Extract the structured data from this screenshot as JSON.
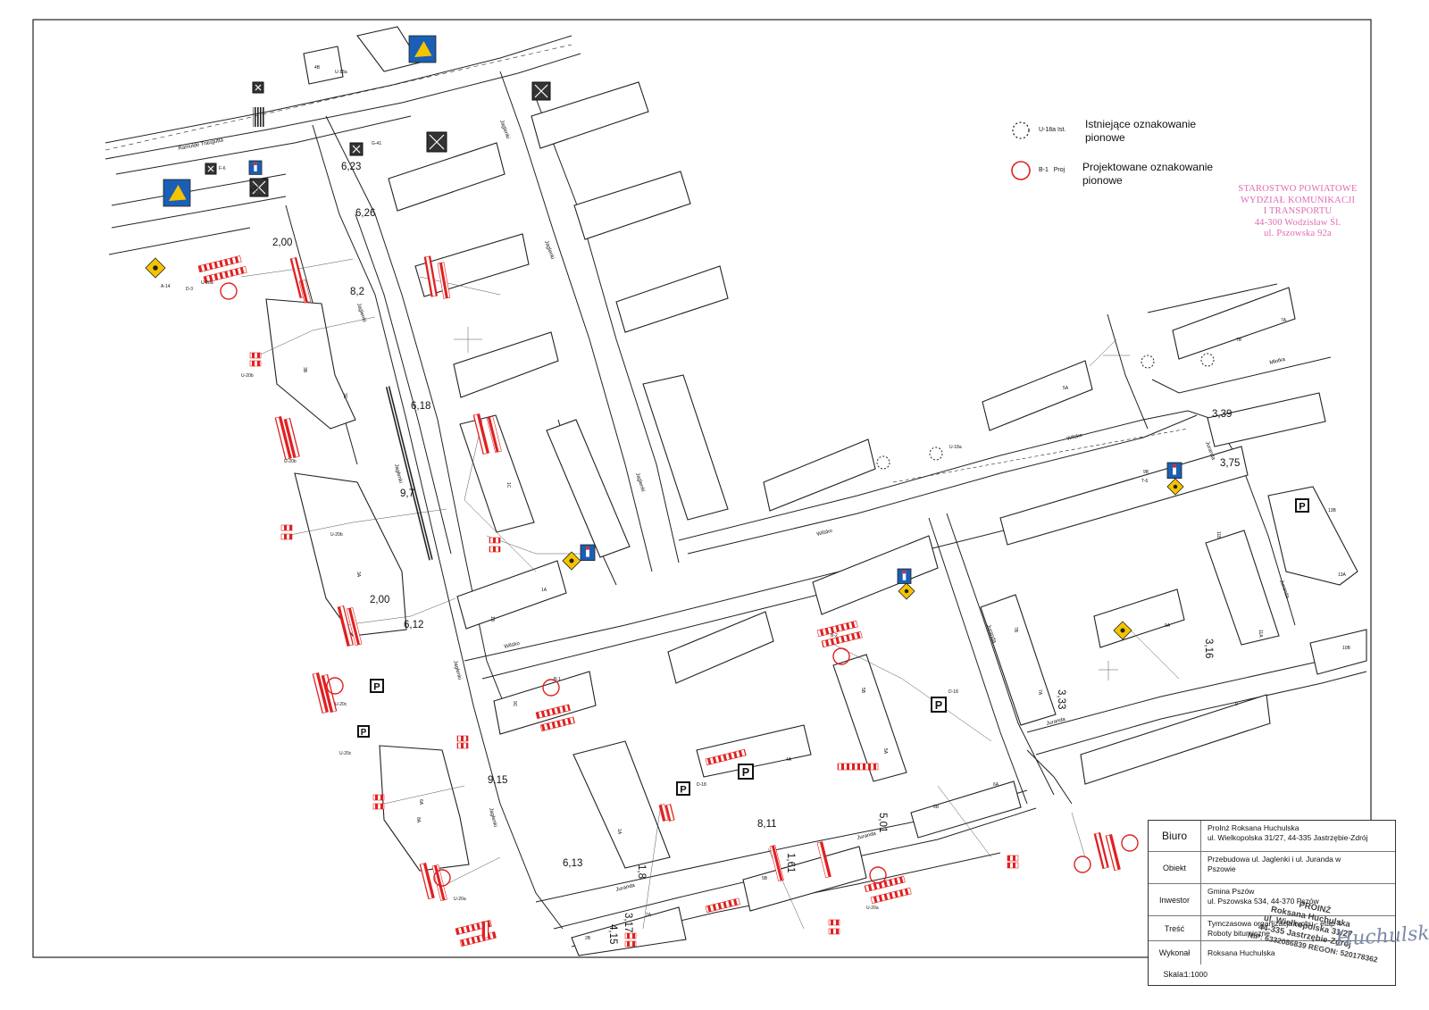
{
  "legend": {
    "existing_code": "U-18a",
    "existing_suffix": "Ist.",
    "existing_label": "Istniejące oznakowanie pionowe",
    "projected_code": "B-1",
    "projected_suffix": "Proj",
    "projected_label": "Projektowane oznakowanie pionowe"
  },
  "stamp_lines": [
    "STAROSTWO POWIATOWE",
    "WYDZIAŁ KOMUNIKACJI",
    "I TRANSPORTU",
    "44-300 Wodzisław Śl.",
    "ul. Pszowska 92a"
  ],
  "title_block": {
    "rows": [
      {
        "label": "Biuro",
        "lines": [
          "ProInż Roksana Huchulska",
          "ul. Wielkopolska 31/27, 44-335 Jastrzębie-Zdrój"
        ]
      },
      {
        "label": "Obiekt",
        "lines": [
          "Przebudowa ul. Jaglenki i ul. Juranda w",
          "Pszowie"
        ]
      },
      {
        "label": "Inwestor",
        "lines": [
          "Gmina Pszów",
          "ul. Pszowska 534, 44-370 Pszów"
        ]
      },
      {
        "label": "Treść",
        "lines": [
          "Tymczasowa organizacja ruchu - etap 4",
          "Roboty bitumiczne"
        ]
      },
      {
        "label": "Wykonał",
        "lines": [
          "Roksana Huchulska"
        ]
      },
      {
        "label": "Skala:",
        "lines": [
          "1:1000"
        ]
      }
    ]
  },
  "approval_stamp": [
    "PROINŻ",
    "Roksana Huchulska",
    "ul. Wielkopolska 31/27",
    "44-335 Jastrzębie-Zdrój",
    "NIP: 6332086839 REGON: 520178362"
  ],
  "signature": "Huchulska",
  "street_names": [
    "Ramułde Traugutta",
    "Jaglenki",
    "Wilsko",
    "Juranda",
    "Młotka"
  ],
  "dimensions": [
    "6,23",
    "6,26",
    "2,00",
    "8,2",
    "6,18",
    "9,7",
    "2,00",
    "6,12",
    "9,15",
    "6,13",
    "1,8",
    "3,17",
    "4,15",
    "8,11",
    "1,61",
    "5,01",
    "3,33",
    "3,16",
    "3,39",
    "3,75"
  ],
  "building_numbers": [
    "4B",
    "7B",
    "7A",
    "5A",
    "3B",
    "3C",
    "5B",
    "5A",
    "1B",
    "1A",
    "9B",
    "9A",
    "9",
    "11B",
    "11A",
    "13B",
    "13A",
    "10B",
    "6B",
    "6A",
    "2A",
    "3A",
    "5B",
    "8A",
    "9C",
    "6A",
    "1C",
    "1A",
    "4A",
    "2B",
    "7B",
    "7A"
  ],
  "sign_codes": [
    "U-18a",
    "U-20a",
    "U-20b",
    "U-20c",
    "D-18",
    "D-3",
    "B-1",
    "B-2",
    "A-7",
    "A-14",
    "G-41",
    "F-6",
    "T-8",
    "T-6"
  ],
  "colors": {
    "existing_sign": "#222222",
    "projected_sign": "#e02020",
    "barrier_red": "#e02020",
    "stamp": "#e16bb2",
    "blue_sign": "#1a5fb4",
    "yellow_sign": "#f5c400"
  }
}
